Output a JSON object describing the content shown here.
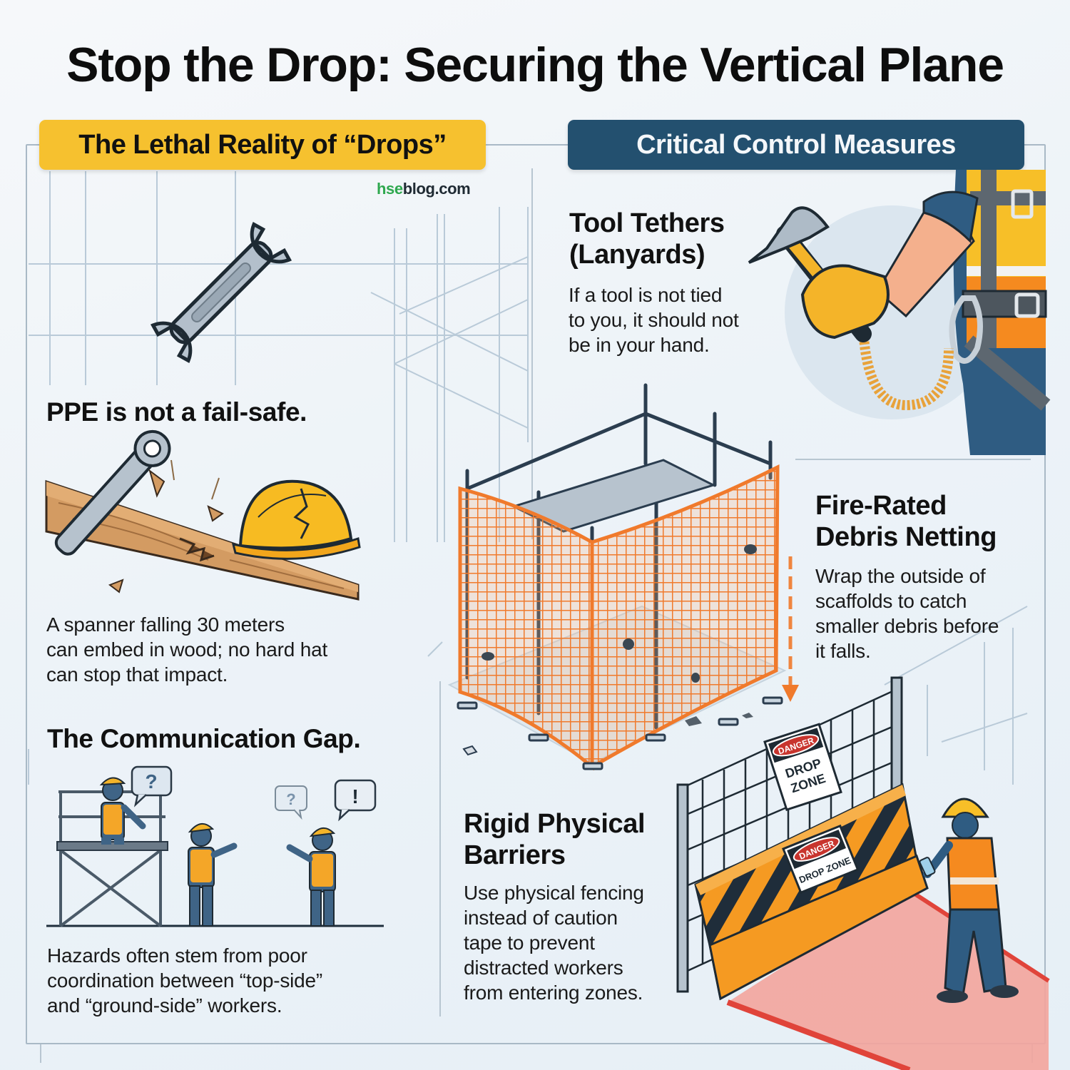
{
  "title": "Stop the Drop: Securing the Vertical Plane",
  "watermark": {
    "green_part": "hse",
    "dark_part": "blog.com"
  },
  "left_column": {
    "header": "The Lethal Reality of “Drops”",
    "header_color": "#f6c12f",
    "sections": [
      {
        "title": "PPE is not a fail-safe.",
        "body": "A spanner falling 30 meters can embed in wood; no hard hat can stop that impact.",
        "body_lines": [
          "A spanner falling 30 meters",
          "can embed in wood; no hard hat",
          "can stop that impact."
        ],
        "illustration": "spanner-embedded-in-wood-next-to-cracked-hard-hat"
      },
      {
        "title": "The Communication Gap.",
        "body": "Hazards often stem from poor coordination between “top-side” and “ground-side” workers.",
        "body_lines": [
          "Hazards often stem from poor",
          "coordination between “top-side”",
          "and “ground-side” workers."
        ],
        "illustration": "three-workers-with-speech-bubbles",
        "speech_bubbles": [
          "?",
          "?",
          "!"
        ]
      }
    ],
    "top_illustration": "falling-wrench"
  },
  "right_column": {
    "header": "Critical Control Measures",
    "header_color": "#23506f",
    "measures": [
      {
        "title_lines": [
          "Tool Tethers",
          "(Lanyards)"
        ],
        "body_lines": [
          "If a tool is not tied",
          "to you, it should not",
          "be in your hand."
        ],
        "illustration": "gloved-hand-with-tethered-hammer-and-harness"
      },
      {
        "title_lines": [
          "Fire-Rated",
          "Debris Netting"
        ],
        "body_lines": [
          "Wrap the outside of",
          "scaffolds to catch",
          "smaller debris before",
          "it falls."
        ],
        "illustration": "scaffold-wrapped-in-orange-netting"
      },
      {
        "title_lines": [
          "Rigid Physical",
          "Barriers"
        ],
        "body_lines": [
          "Use physical fencing",
          "instead of caution",
          "tape to prevent",
          "distracted workers",
          "from entering zones."
        ],
        "illustration": "fence-and-barrier-with-drop-zone-signs"
      }
    ],
    "signs": [
      {
        "top": "DANGER",
        "bottom_lines": [
          "DROP",
          "ZONE"
        ]
      },
      {
        "top": "DANGER",
        "bottom_lines": [
          "DROP ZONE"
        ]
      }
    ]
  },
  "colors": {
    "accent_yellow": "#f6c12f",
    "accent_navy": "#23506f",
    "netting_orange": "#f07a2c",
    "danger_red": "#c8352e",
    "hazard_zone": "#f3a49c"
  }
}
